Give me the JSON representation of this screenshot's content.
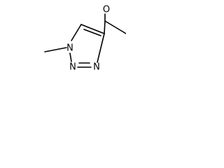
{
  "molecule": {
    "atoms": {
      "oxygen": "O",
      "nitrogen_1": "N",
      "nitrogen_2": "N",
      "nitrogen_3": "N"
    }
  }
}
